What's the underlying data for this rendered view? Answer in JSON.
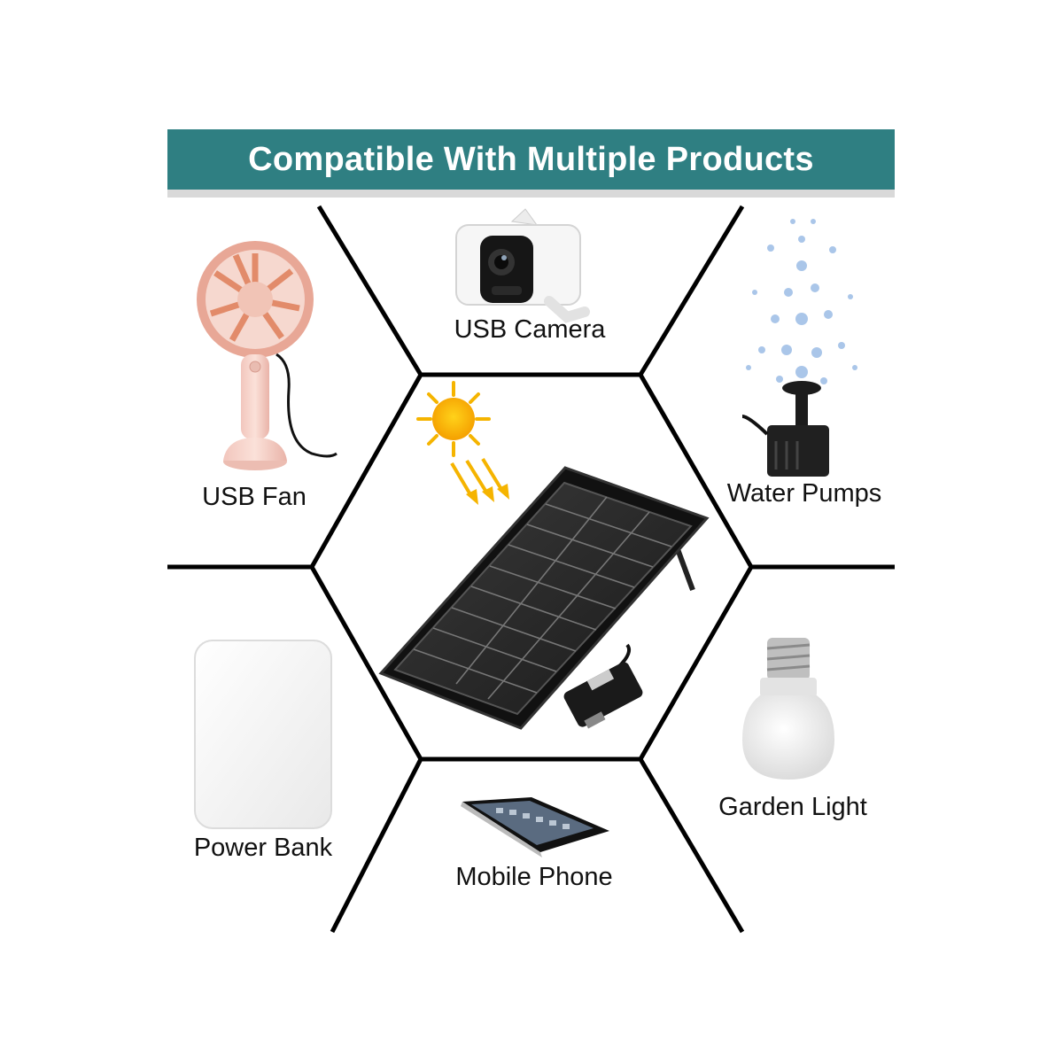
{
  "banner": {
    "title": "Compatible With Multiple Products",
    "color": "#2f7f82"
  },
  "center_product": "solar-panel",
  "products": [
    {
      "id": "usb-camera",
      "label": "USB Camera",
      "icon": "security-camera-icon"
    },
    {
      "id": "usb-fan",
      "label": "USB Fan",
      "icon": "handheld-fan-icon"
    },
    {
      "id": "water-pumps",
      "label": "Water Pumps",
      "icon": "fountain-pump-icon"
    },
    {
      "id": "power-bank",
      "label": "Power Bank",
      "icon": "power-bank-icon"
    },
    {
      "id": "garden-light",
      "label": "Garden Light",
      "icon": "light-bulb-icon"
    },
    {
      "id": "mobile-phone",
      "label": "Mobile Phone",
      "icon": "smartphone-icon"
    }
  ]
}
